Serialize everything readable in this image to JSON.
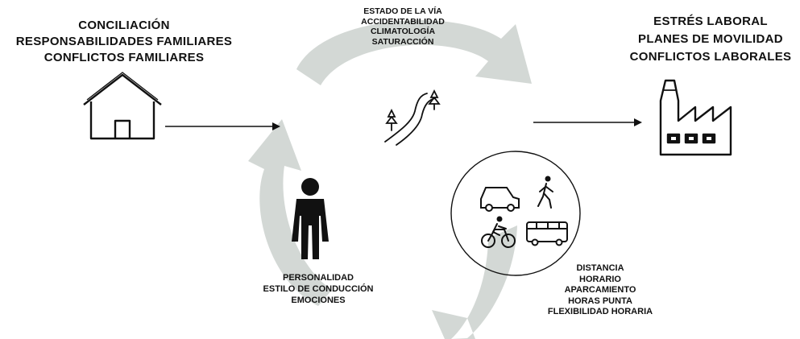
{
  "home": {
    "labels": [
      "CONCILIACIÓN",
      "RESPONSABILIDADES FAMILIARES",
      "CONFLICTOS FAMILIARES"
    ],
    "icon": "house-icon"
  },
  "work": {
    "labels": [
      "ESTRÉS LABORAL",
      "PLANES DE MOVILIDAD",
      "CONFLICTOS LABORALES"
    ],
    "icon": "factory-icon"
  },
  "road": {
    "labels": [
      "ESTADO DE LA VÍA",
      "ACCIDENTABILIDAD",
      "CLIMATOLOGÍA",
      "SATURACCIÓN"
    ],
    "icon": "road-trees-icon"
  },
  "person": {
    "labels": [
      "PERSONALIDAD",
      "ESTILO DE CONDUCCIÓN",
      "EMOCIONES"
    ],
    "icon": "person-icon"
  },
  "transport": {
    "labels": [
      "DISTANCIA",
      "HORARIO",
      "APARCAMIENTO",
      "HORAS PUNTA",
      "FLEXIBILIDAD HORARIA"
    ],
    "icons": [
      "car-icon",
      "pedestrian-icon",
      "cyclist-icon",
      "bus-icon"
    ]
  },
  "colors": {
    "cycle_arrows": "#d3d8d5",
    "ink": "#111111",
    "background": "#ffffff"
  }
}
